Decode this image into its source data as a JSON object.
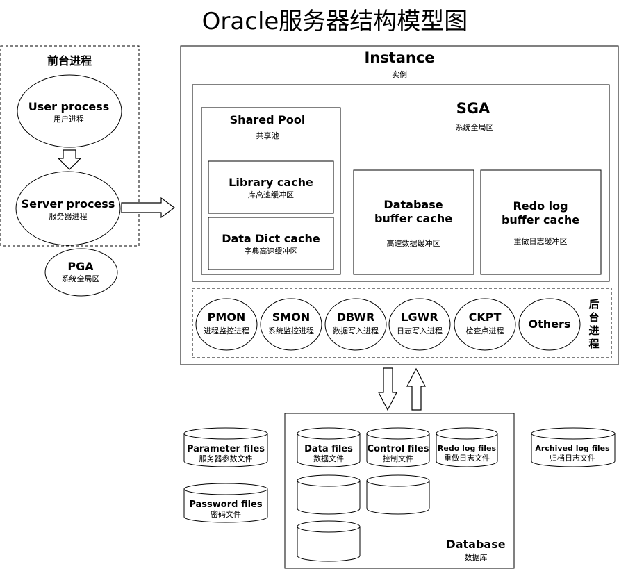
{
  "title": "Oracle服务器结构模型图",
  "frontend": {
    "label": "前台进程",
    "user_process": {
      "name": "User process",
      "sub": "用户进程"
    },
    "server_process": {
      "name": "Server process",
      "sub": "服务器进程"
    },
    "pga": {
      "name": "PGA",
      "sub": "系统全局区"
    }
  },
  "instance": {
    "name": "Instance",
    "sub": "实例",
    "sga": {
      "name": "SGA",
      "sub": "系统全局区",
      "shared_pool": {
        "name": "Shared Pool",
        "sub": "共享池",
        "library_cache": {
          "name": "Library cache",
          "sub": "库高速缓冲区"
        },
        "data_dict_cache": {
          "name": "Data Dict cache",
          "sub": "字典高速缓冲区"
        }
      },
      "db_buffer_cache": {
        "line1": "Database",
        "line2": "buffer cache",
        "sub": "高速数据缓冲区"
      },
      "redo_buffer": {
        "line1": "Redo log",
        "line2": "buffer cache",
        "sub": "重做日志缓冲区"
      }
    },
    "background": {
      "label_chars": [
        "后",
        "台",
        "进",
        "程"
      ],
      "processes": [
        {
          "name": "PMON",
          "sub": "进程监控进程"
        },
        {
          "name": "SMON",
          "sub": "系统监控进程"
        },
        {
          "name": "DBWR",
          "sub": "数据写入进程"
        },
        {
          "name": "LGWR",
          "sub": "日志写入进程"
        },
        {
          "name": "CKPT",
          "sub": "检查点进程"
        },
        {
          "name": "Others",
          "sub": ""
        }
      ]
    }
  },
  "files": {
    "parameter": {
      "name": "Parameter files",
      "sub": "服务器参数文件"
    },
    "password": {
      "name": "Password files",
      "sub": "密码文件"
    },
    "data": {
      "name": "Data files",
      "sub": "数据文件"
    },
    "control": {
      "name": "Control files",
      "sub": "控制文件"
    },
    "redo": {
      "name": "Redo log files",
      "sub": "重做日志文件"
    },
    "archived": {
      "name": "Archived log files",
      "sub": "归档日志文件"
    }
  },
  "database": {
    "name": "Database",
    "sub": "数据库"
  }
}
